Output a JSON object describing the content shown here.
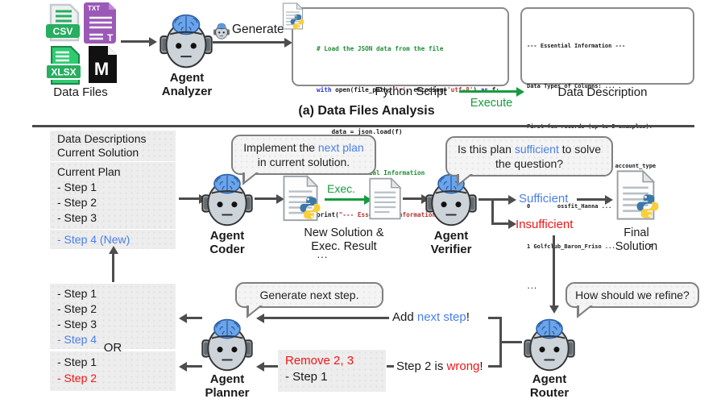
{
  "colors": {
    "blue": "#4a7fe8",
    "red": "#f21414",
    "green": "#169c3e",
    "code_green": "#1d8f35",
    "code_blue": "#2533cf",
    "code_red": "#b23434"
  },
  "top": {
    "files": {
      "csv": "CSV",
      "txt": "TXT",
      "txt_t": "T",
      "xlsx": "XLSX",
      "m": "M",
      "label": "Data Files"
    },
    "analyzer_label_1": "Agent",
    "analyzer_label_2": "Analyzer",
    "generate_label": "Generate",
    "code_lines": [
      [
        {
          "t": "# Load the JSON data from the file",
          "c": "code_green"
        }
      ],
      [
        {
          "t": "with",
          "c": "code_blue"
        },
        {
          "t": " open(file_path, "
        },
        {
          "t": "'r'",
          "c": "code_red"
        },
        {
          "t": ", encoding="
        },
        {
          "t": "'utf-8'",
          "c": "code_red"
        },
        {
          "t": ") "
        },
        {
          "t": "as",
          "c": "code_blue"
        },
        {
          "t": " f:"
        }
      ],
      [
        {
          "t": "    data = json.load(f)"
        }
      ],
      [
        {
          "t": "# Print Essential Information",
          "c": "code_green"
        }
      ],
      [
        {
          "t": "print("
        },
        {
          "t": "\"--- Essential Information ---\"",
          "c": "code_red"
        },
        {
          "t": ")"
        }
      ],
      [
        {
          "t": "..."
        }
      ]
    ],
    "python_script_label": "Python Script",
    "execute_label": "Execute",
    "description_lines": [
      "--- Essential Information ---",
      "Data Types of Columns: ...",
      "First few records (up to 5 examples):",
      "             merchant ... account_type",
      "0        ossfit_Hanna ...            F",
      "1 Golfclub_Baron_Friso ...          F",
      "..."
    ],
    "data_description_label": "Data Description",
    "section_title": "(a) Data Files Analysis"
  },
  "flow": {
    "context_lines": [
      "Data Descriptions",
      "Current Solution"
    ],
    "plan_lines": [
      [
        {
          "t": "Current Plan"
        }
      ],
      [
        {
          "t": "- Step 1"
        }
      ],
      [
        {
          "t": "- Step 2"
        }
      ],
      [
        {
          "t": "- Step 3"
        }
      ]
    ],
    "new_step": [
      {
        "t": "- Step 4 (New)",
        "c": "blue"
      }
    ],
    "coder_bubble": [
      {
        "t": "Implement the "
      },
      {
        "t": "next plan",
        "c": "blue"
      },
      {
        "t": " in current solution."
      }
    ],
    "coder_label_1": "Agent",
    "coder_label_2": "Coder",
    "exec_label": "Exec.",
    "newsol_label_1": "New Solution &",
    "newsol_label_2": "Exec. Result",
    "verifier_bubble": [
      {
        "t": "Is this plan "
      },
      {
        "t": "sufficient",
        "c": "blue"
      },
      {
        "t": " to solve the question?"
      }
    ],
    "verifier_label_1": "Agent",
    "verifier_label_2": "Verifier",
    "sufficient": [
      {
        "t": "Sufficient",
        "c": "blue"
      }
    ],
    "insufficient": [
      {
        "t": "Insufficient",
        "c": "red"
      }
    ],
    "final_label_1": "Final",
    "final_label_2": "Solution",
    "alt_plan_a": [
      [
        {
          "t": "- Step 1"
        }
      ],
      [
        {
          "t": "- Step 2"
        }
      ],
      [
        {
          "t": "- Step 3"
        }
      ],
      [
        {
          "t": "- Step 4",
          "c": "blue"
        }
      ]
    ],
    "or_label": "OR",
    "alt_plan_b": [
      [
        {
          "t": "- Step 1"
        }
      ],
      [
        {
          "t": "- Step 2",
          "c": "red"
        }
      ]
    ],
    "planner_bubble": [
      {
        "t": "Generate next step."
      }
    ],
    "planner_label_1": "Agent",
    "planner_label_2": "Planner",
    "remove_lines": [
      [
        {
          "t": "Remove 2, 3",
          "c": "red"
        }
      ],
      [
        {
          "t": "- Step 1"
        }
      ]
    ],
    "add_label": [
      {
        "t": "Add "
      },
      {
        "t": "next step",
        "c": "blue"
      },
      {
        "t": "!"
      }
    ],
    "wrong_label": [
      {
        "t": "Step 2 is "
      },
      {
        "t": "wrong",
        "c": "red"
      },
      {
        "t": "!"
      }
    ],
    "router_bubble": [
      {
        "t": "How should we refine?"
      }
    ],
    "router_label_1": "Agent",
    "router_label_2": "Router"
  }
}
